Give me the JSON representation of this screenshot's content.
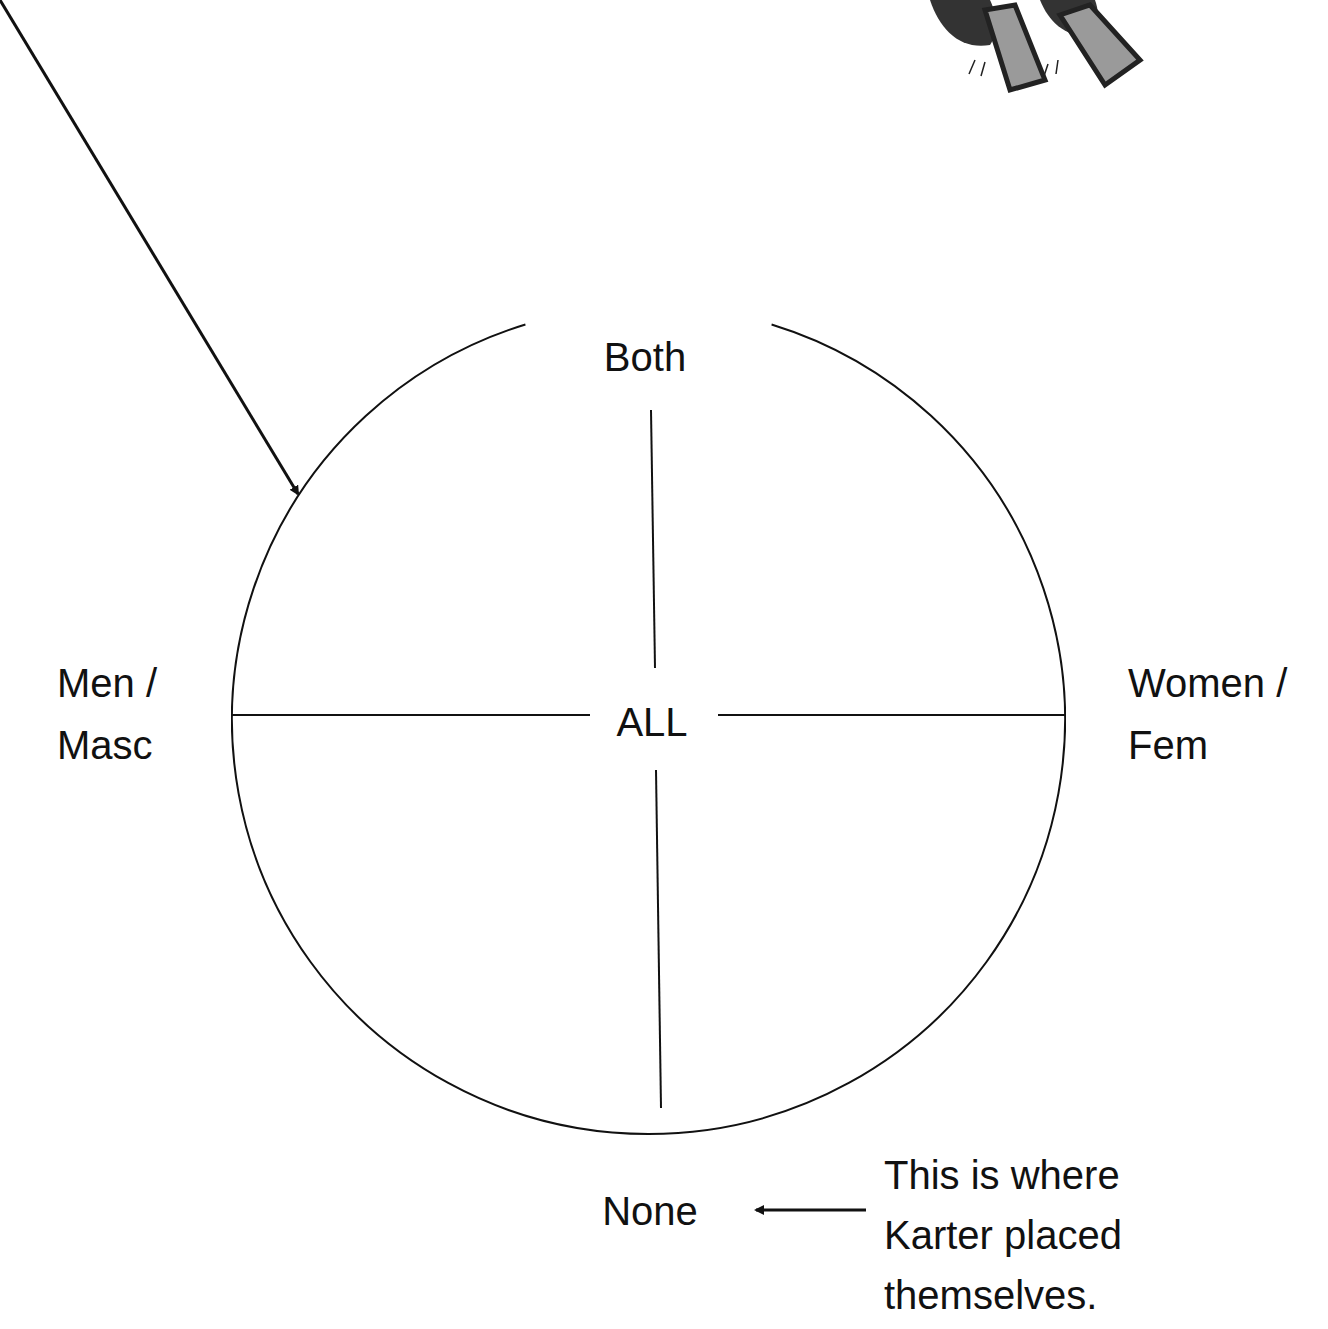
{
  "diagram": {
    "nodes": [
      {
        "text": [
          "ALL"
        ]
      }
    ],
    "labels": [
      "Both",
      "Men / Masc",
      "Women / Fem",
      "None",
      "This is where Karter placed themselves."
    ]
  }
}
